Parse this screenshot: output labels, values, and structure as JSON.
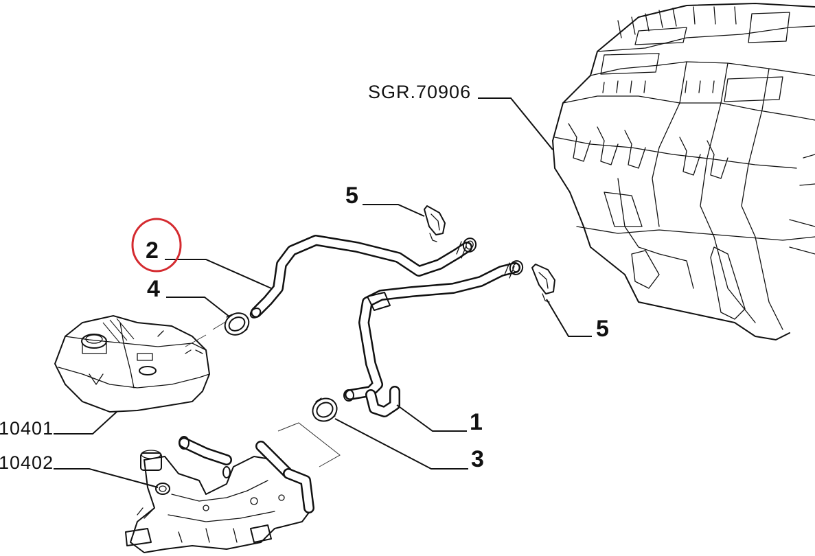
{
  "diagram": {
    "callouts": [
      {
        "id": "part-1",
        "label": "1"
      },
      {
        "id": "part-2",
        "label": "2"
      },
      {
        "id": "part-3",
        "label": "3"
      },
      {
        "id": "part-4",
        "label": "4"
      },
      {
        "id": "part-5-top",
        "label": "5"
      },
      {
        "id": "part-5-right",
        "label": "5"
      }
    ],
    "references": [
      {
        "id": "ref-heater-unit",
        "label": "SGR.70906"
      },
      {
        "id": "ref-expansion-tank",
        "label": "10401"
      },
      {
        "id": "ref-thermostat-housing",
        "label": "10402"
      }
    ],
    "highlight": {
      "target": "part-2",
      "color": "#d42a2f"
    }
  }
}
